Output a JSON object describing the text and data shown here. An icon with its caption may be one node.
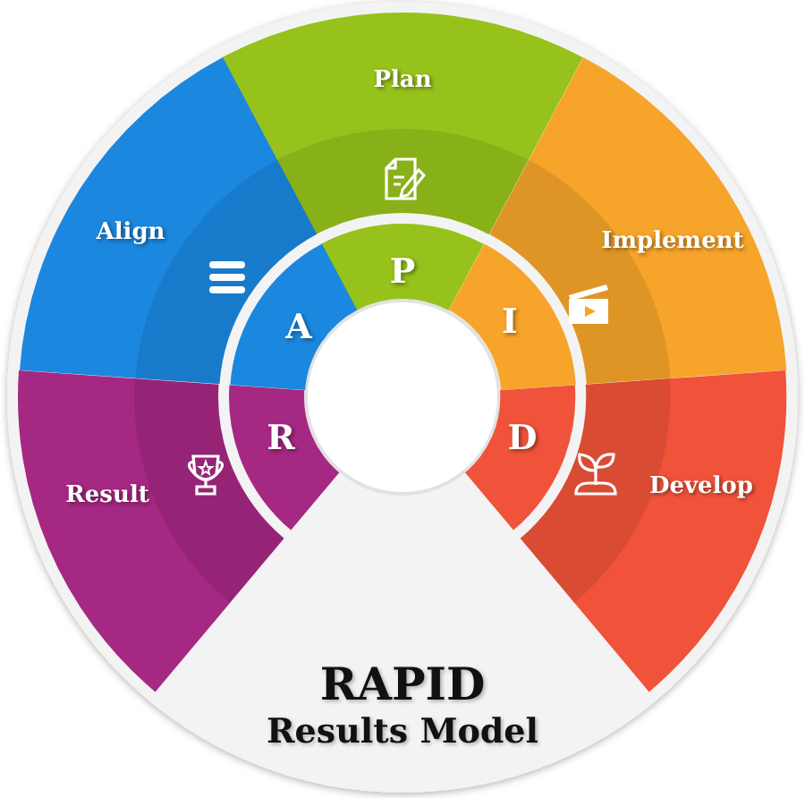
{
  "diagram": {
    "title": "RAPID",
    "caption": "Results Model",
    "nodes": [
      {
        "text": [
          "Plan",
          "P"
        ]
      },
      {
        "text": [
          "Align",
          "A"
        ]
      },
      {
        "text": [
          "Implement",
          "I"
        ]
      },
      {
        "text": [
          "Result",
          "R"
        ]
      },
      {
        "text": [
          "Develop",
          "D"
        ]
      }
    ]
  }
}
